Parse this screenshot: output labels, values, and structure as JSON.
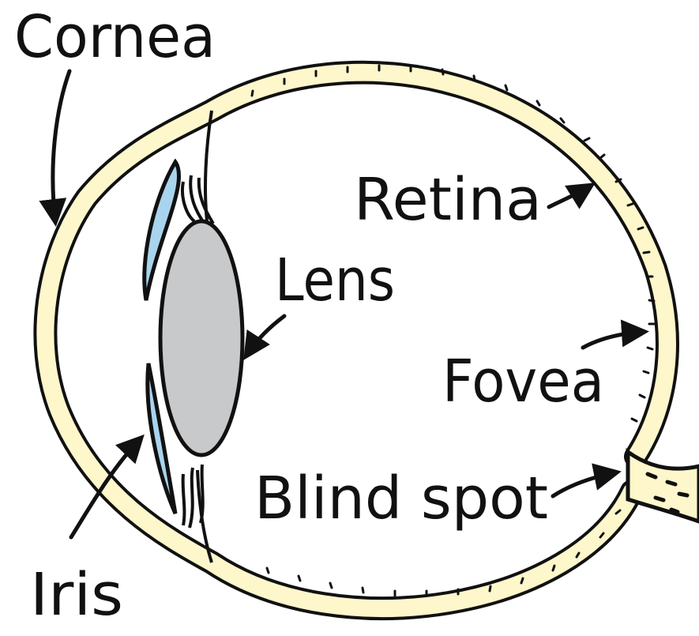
{
  "labels": {
    "cornea": "Cornea",
    "retina": "Retina",
    "lens": "Lens",
    "fovea": "Fovea",
    "blind_spot": "Blind spot",
    "iris": "Iris"
  },
  "colors": {
    "sclera_fill": "#FDF7CB",
    "outline": "#111111",
    "lens_fill": "#C8C9CB",
    "iris_fill": "#A9D4EE",
    "text": "#111111",
    "background": "#FFFFFF"
  }
}
